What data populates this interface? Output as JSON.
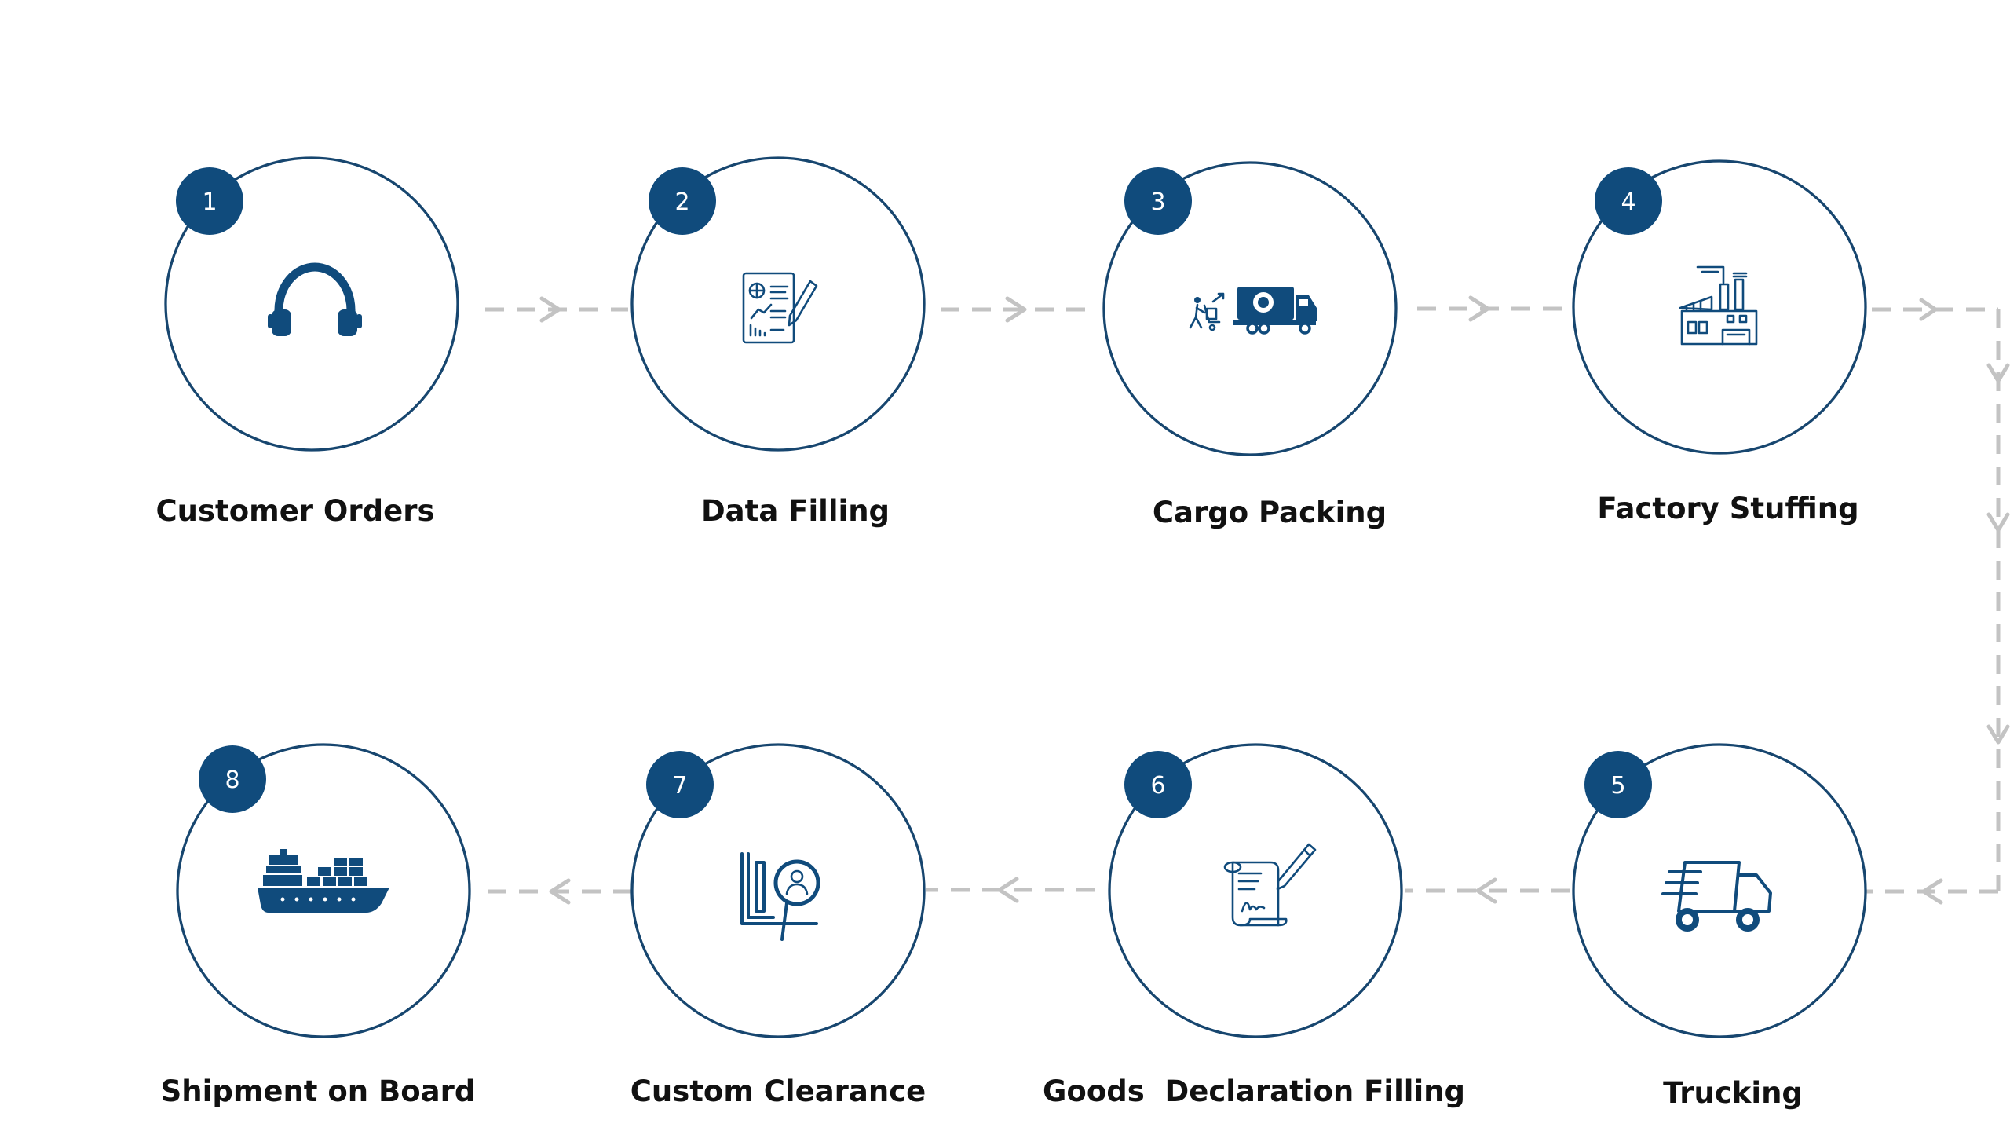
{
  "steps": [
    {
      "number": "1",
      "label": "Customer Orders",
      "icon": "headphones-icon"
    },
    {
      "number": "2",
      "label": "Data Filling",
      "icon": "document-report-icon"
    },
    {
      "number": "3",
      "label": "Cargo Packing",
      "icon": "cargo-truck-icon"
    },
    {
      "number": "4",
      "label": "Factory Stuffing",
      "icon": "factory-icon"
    },
    {
      "number": "5",
      "label": "Trucking",
      "icon": "fast-truck-icon"
    },
    {
      "number": "6",
      "label": "Goods  Declaration Filling",
      "icon": "scroll-signature-icon"
    },
    {
      "number": "7",
      "label": "Custom Clearance",
      "icon": "inspection-icon"
    },
    {
      "number": "8",
      "label": "Shipment on Board",
      "icon": "cargo-ship-icon"
    }
  ],
  "colors": {
    "primary": "#104b7c",
    "outline": "#17466f",
    "connector": "#c3c3c3",
    "label": "#111111"
  }
}
